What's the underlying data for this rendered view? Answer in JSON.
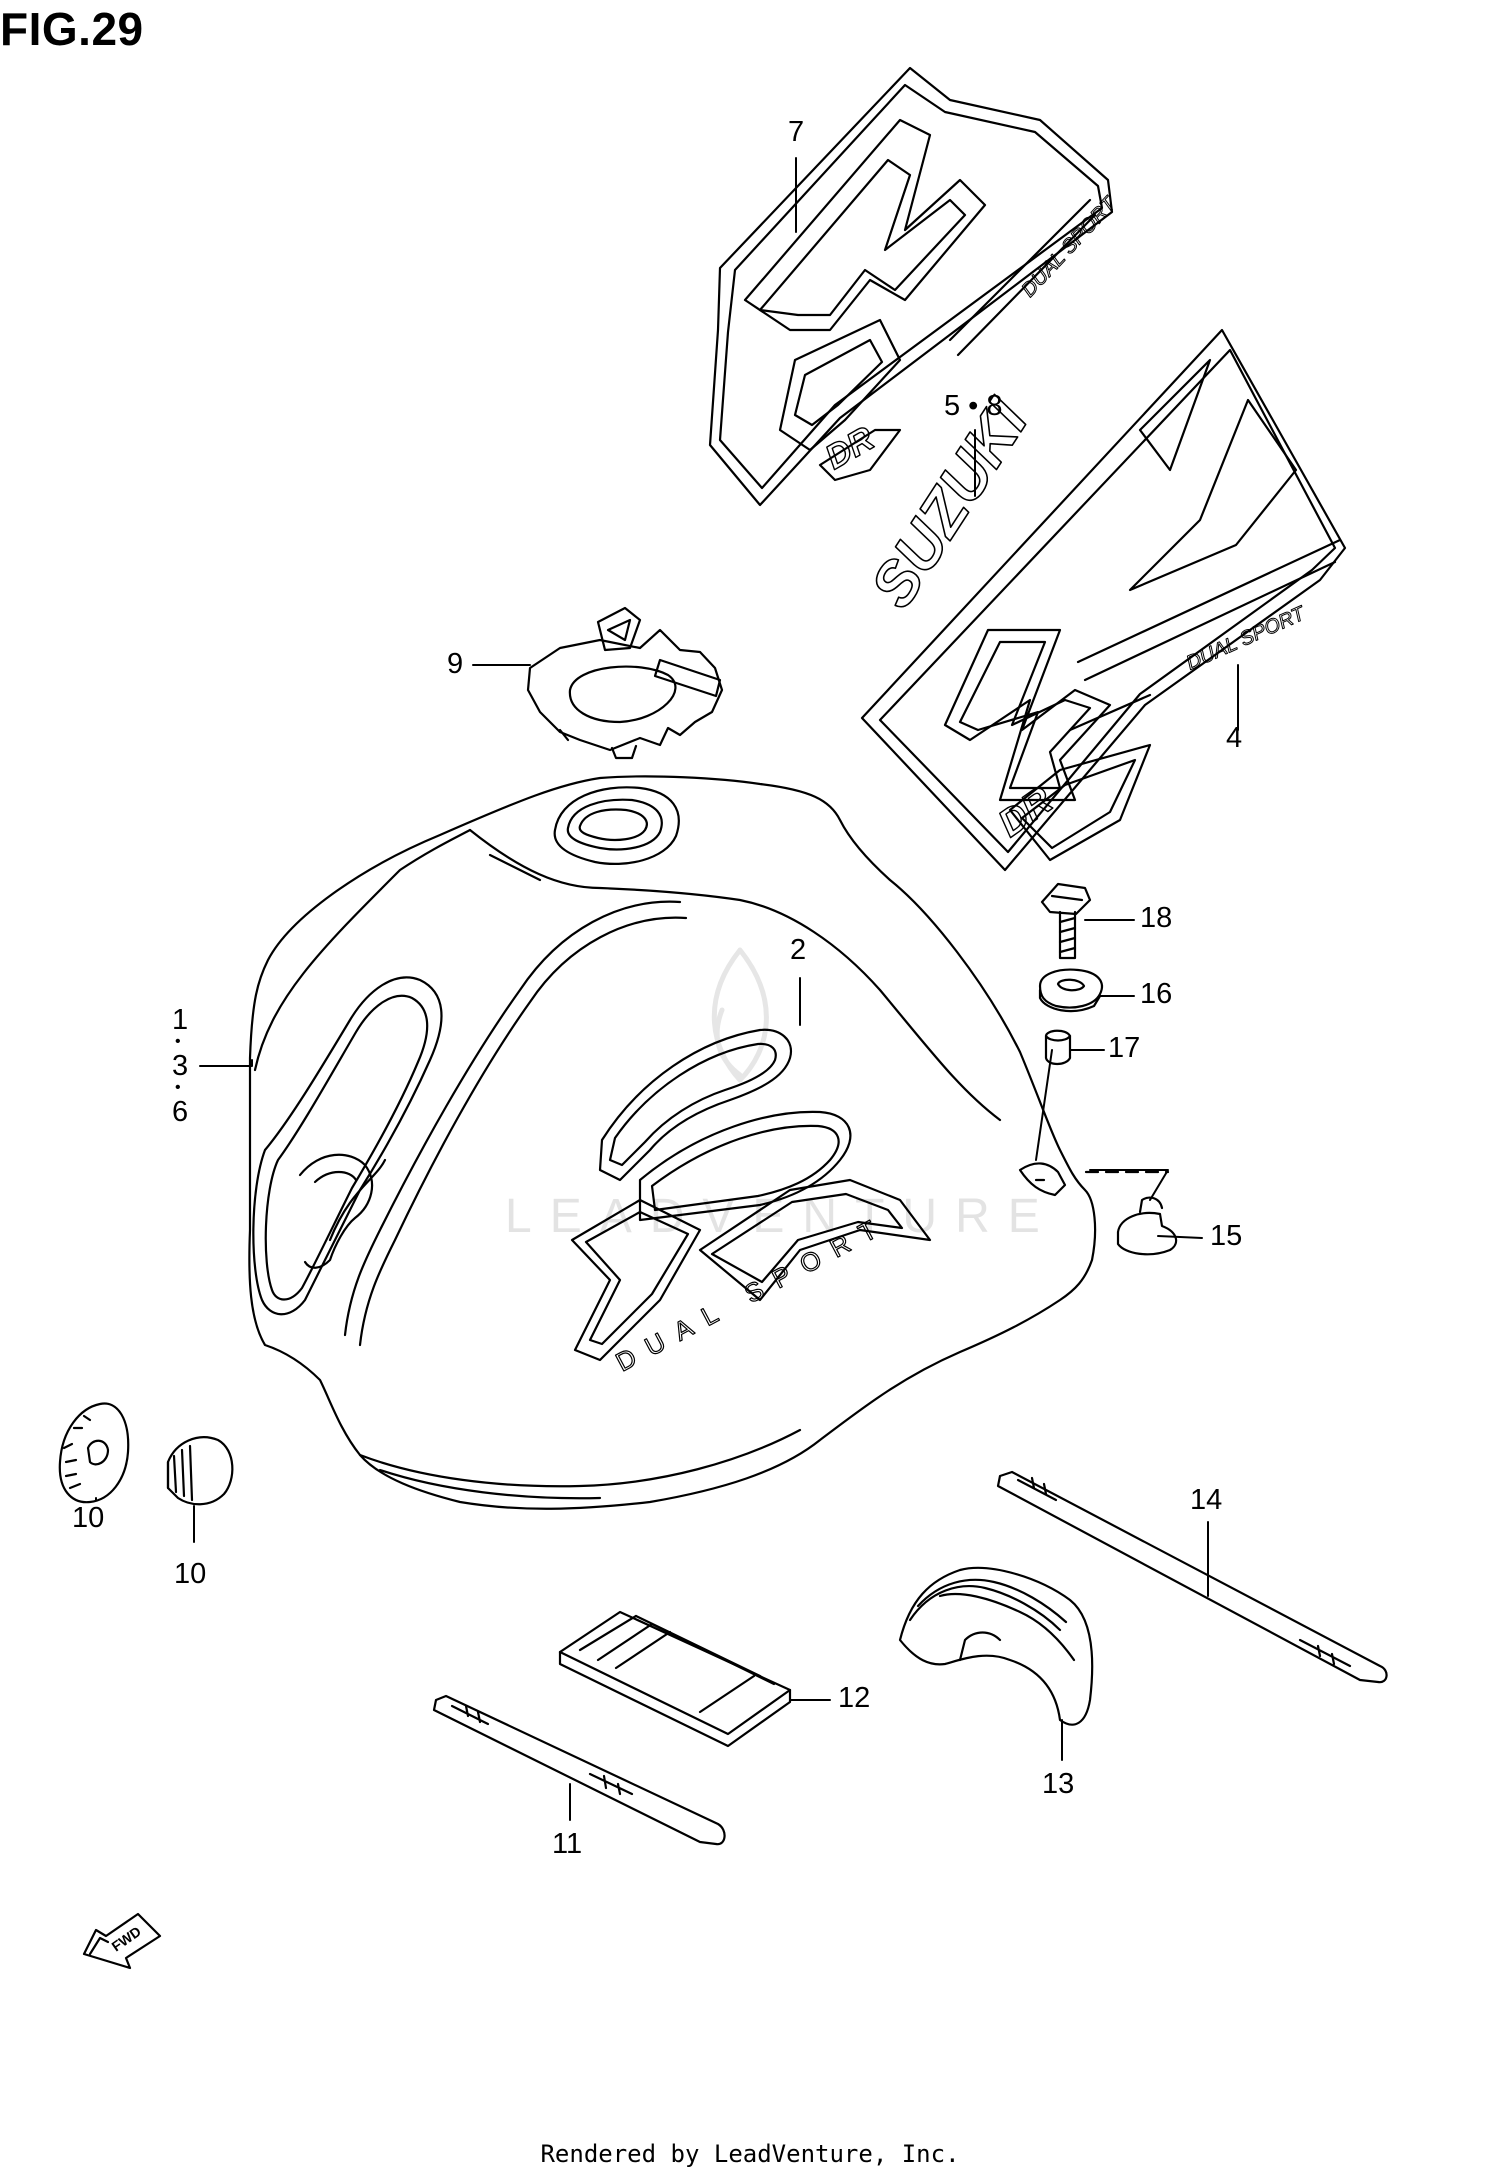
{
  "title": "FIG.29",
  "footer": "Rendered by LeadVenture, Inc.",
  "watermark": "LEADVENTURE",
  "decal_text": {
    "brand": "SUZUKI",
    "dual_sport": "DUAL SPORT",
    "model": "DR"
  },
  "fwd_label": "FWD",
  "callouts": {
    "c1": "1",
    "c2": "2",
    "c3": "3",
    "c4": "4",
    "c58": "5 • 8",
    "c6": "6",
    "c7": "7",
    "c9": "9",
    "c10a": "10",
    "c10b": "10",
    "c11": "11",
    "c12": "12",
    "c13": "13",
    "c14": "14",
    "c15": "15",
    "c16": "16",
    "c17": "17",
    "c18": "18",
    "dot1": "•",
    "dot2": "•"
  },
  "colors": {
    "line": "#000000",
    "watermark": "#e3e3e3",
    "background": "#ffffff"
  }
}
